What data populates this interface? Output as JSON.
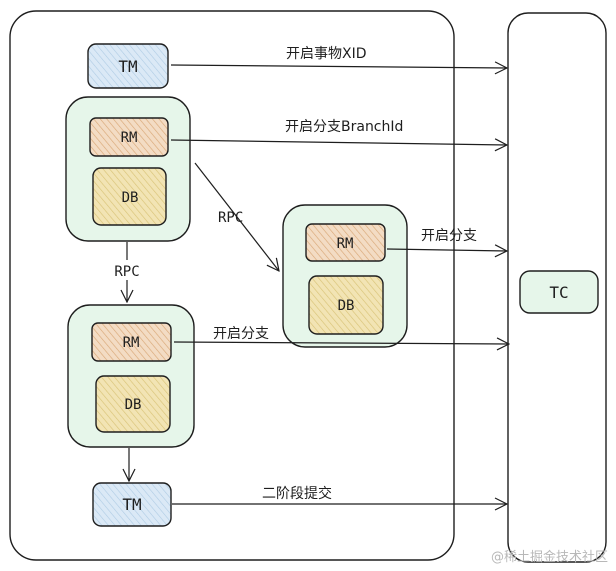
{
  "nodes": {
    "tm_top": "TM",
    "rm_left": "RM",
    "db_left": "DB",
    "rm_mid": "RM",
    "db_mid": "DB",
    "rm_bottom": "RM",
    "db_bottom": "DB",
    "tm_bottom": "TM",
    "tc": "TC"
  },
  "edges": {
    "open_xid": "开启事物XID",
    "open_branch_id": "开启分支BranchId",
    "open_branch_mid": "开启分支",
    "open_branch_bottom": "开启分支",
    "two_phase_commit": "二阶段提交",
    "rpc_diagonal": "RPC",
    "rpc_vertical": "RPC"
  },
  "watermark": "@稀土掘金技术社区",
  "colors": {
    "stroke": "#1e1e1e",
    "tm_fill": "#dbe9f6",
    "rm_fill": "#f3dcc4",
    "db_fill": "#f2e4b4",
    "group_fill": "#e6f6ea",
    "tc_fill": "#ffffff"
  }
}
